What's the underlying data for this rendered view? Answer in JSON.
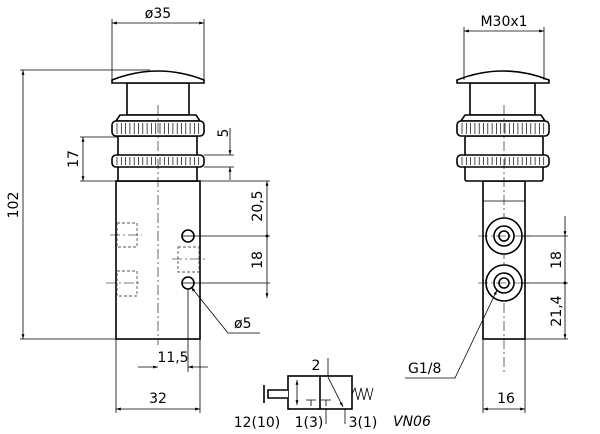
{
  "drawing": {
    "model_code": "VN06",
    "front_view": {
      "cap_diameter": "ø35",
      "overall_height": "102",
      "nut_spacing": "17",
      "nut_width": "5",
      "port_offset_top": "20,5",
      "port_pitch": "18",
      "hole_diameter": "ø5",
      "hole_offset": "11,5",
      "body_width": "32"
    },
    "side_view": {
      "thread": "M30x1",
      "port_pitch": "18",
      "port_offset_bottom": "21,4",
      "port_thread": "G1/8",
      "body_width": "16"
    },
    "symbol": {
      "port_2": "2",
      "port_12": "12(10)",
      "port_1": "1(3)",
      "port_3": "3(1)"
    }
  }
}
